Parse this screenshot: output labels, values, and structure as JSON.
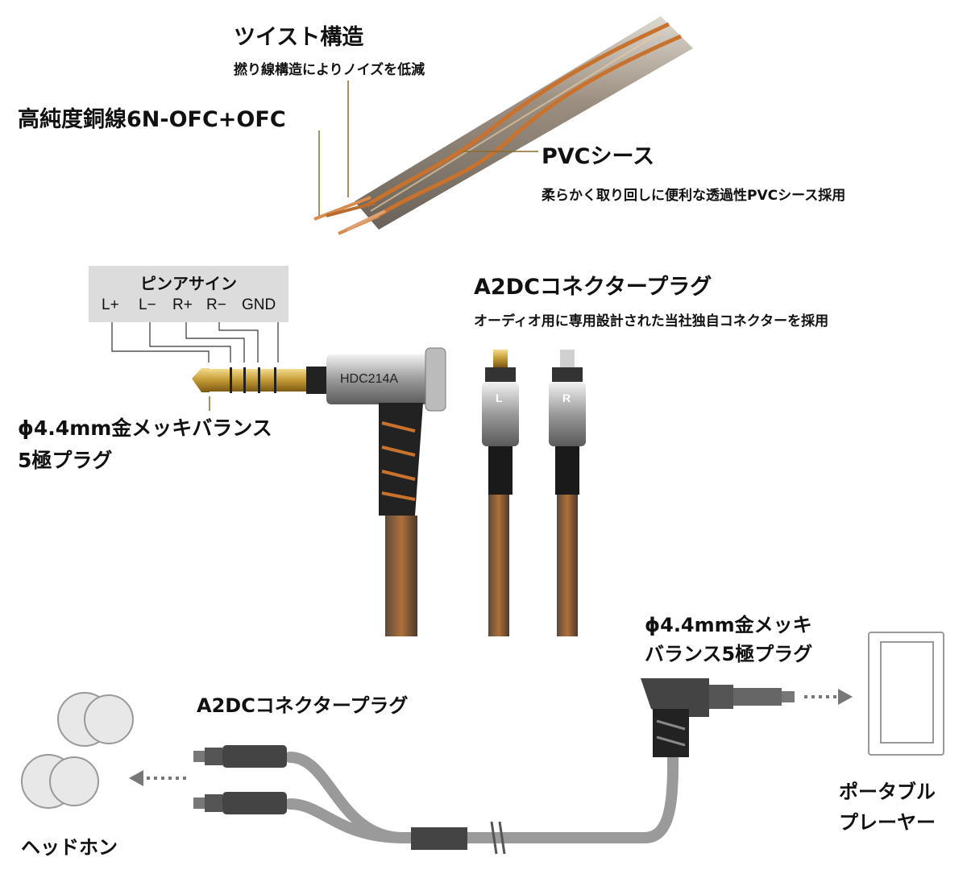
{
  "colors": {
    "cable_copper": "#c9722e",
    "cable_sheath": "#6d5a48",
    "label_line": "#8a6a2a",
    "arrow_gray": "#777777",
    "pin_box": "#dcdcdc"
  },
  "features": {
    "twist": {
      "title": "ツイスト構造",
      "desc": "撚り線構造によりノイズを低減"
    },
    "conductor": {
      "title": "高純度銅線6N-OFC+OFC"
    },
    "sheath": {
      "title": "PVCシース",
      "desc": "柔らかく取り回しに便利な透過性PVCシース採用"
    },
    "connector": {
      "title": "A2DCコネクタープラグ",
      "desc": "オーディオ用に専用設計された当社独自コネクターを採用"
    },
    "plug": {
      "title_line1": "ϕ4.4mm金メッキバランス",
      "title_line2": "5極プラグ"
    }
  },
  "pin_assign": {
    "title": "ピンアサイン",
    "pins": [
      "L+",
      "L−",
      "R+",
      "R−",
      "GND"
    ]
  },
  "product": {
    "model": "HDC214A",
    "left_mark": "L",
    "right_mark": "R"
  },
  "usage": {
    "connector_label": "A2DCコネクタープラグ",
    "plug_label_line1": "ϕ4.4mm金メッキ",
    "plug_label_line2": "バランス5極プラグ",
    "headphone_label": "ヘッドホン",
    "player_label_line1": "ポータブル",
    "player_label_line2": "プレーヤー"
  }
}
